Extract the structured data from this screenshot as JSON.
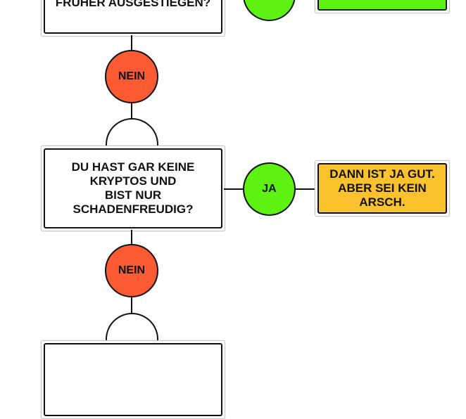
{
  "nodes": {
    "question_1": "FRÜHER AUSGESTIEGEN?",
    "question_2": "DU HAST GAR KEINE\nKRYPTOS UND\nBIST NUR\nSCHADENFREUDIG?",
    "answer_2": "DANN IST JA GUT.\nABER SEI KEIN\nARSCH."
  },
  "labels": {
    "no_1": "NEIN",
    "yes_2": "JA",
    "no_2": "NEIN"
  },
  "colors": {
    "yes": "#5ef213",
    "no": "#fc5a32",
    "answer_yellow": "#fcc22e",
    "answer_green": "#5ef213"
  }
}
